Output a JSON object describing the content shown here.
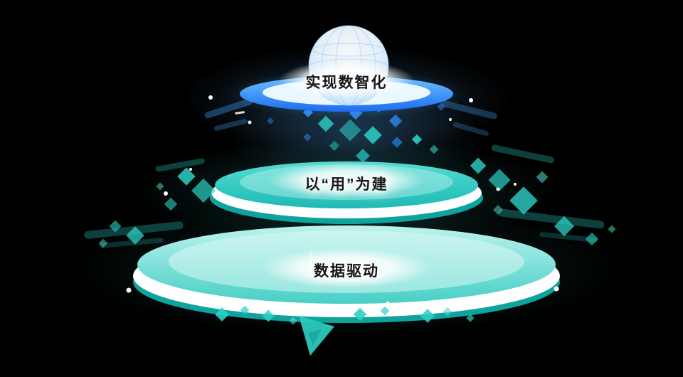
{
  "diagram": {
    "type": "layered-platform-pyramid",
    "tiers": [
      {
        "id": "top",
        "label": "实现数智化"
      },
      {
        "id": "middle",
        "label": "以“用”为建"
      },
      {
        "id": "bottom",
        "label": "数据驱动"
      }
    ],
    "colors": {
      "background": "#000000",
      "accent_blue": "#2F8FFF",
      "accent_teal": "#2ED0C6",
      "surface_cyan": "#9FEDE7",
      "underside_teal": "#0FA39D",
      "rim_white": "#FFFFFF",
      "label_text": "#161616"
    },
    "icons": {
      "globe": "globe-icon",
      "cubes": "cube-decoration",
      "dots": "dot-decoration"
    }
  }
}
